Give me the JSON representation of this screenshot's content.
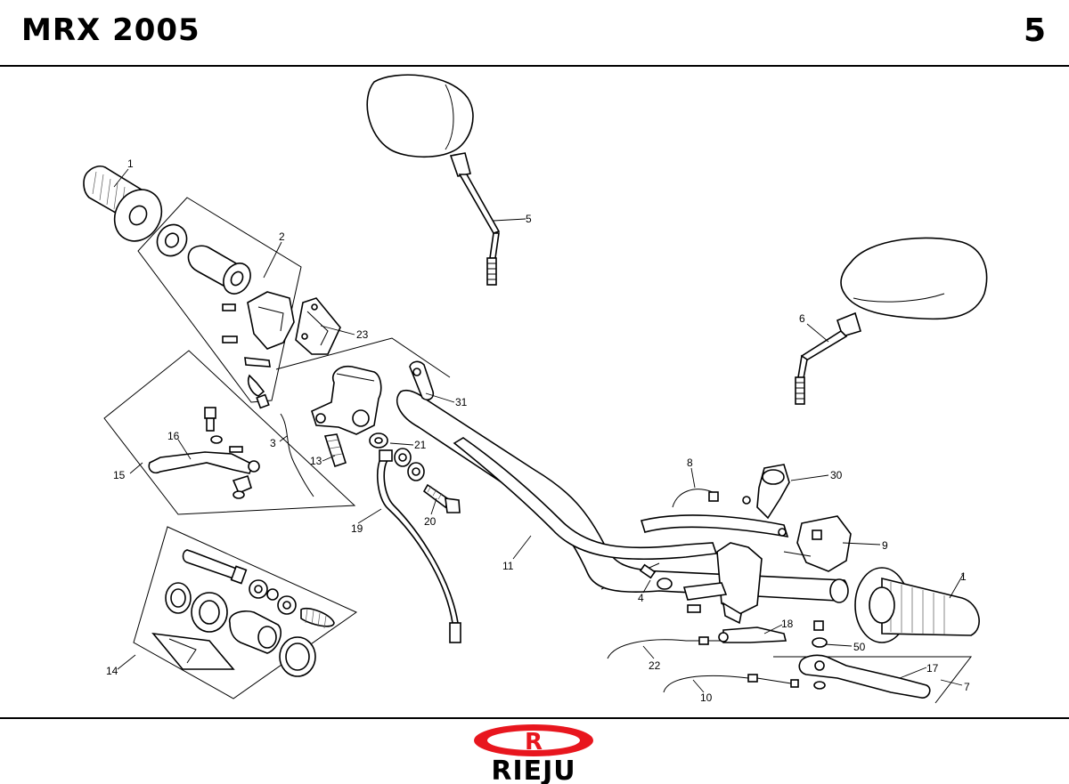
{
  "header": {
    "title": "MRX  2005",
    "page_number": "5"
  },
  "brand": {
    "logo_text": "RIEJU",
    "logo_letter": "R",
    "logo_color": "#e8161e"
  },
  "callouts": [
    "1",
    "2",
    "23",
    "5",
    "6",
    "31",
    "3",
    "21",
    "13",
    "16",
    "15",
    "20",
    "19",
    "11",
    "8",
    "30",
    "9",
    "4",
    "1",
    "18",
    "50",
    "17",
    "7",
    "22",
    "10",
    "14"
  ]
}
